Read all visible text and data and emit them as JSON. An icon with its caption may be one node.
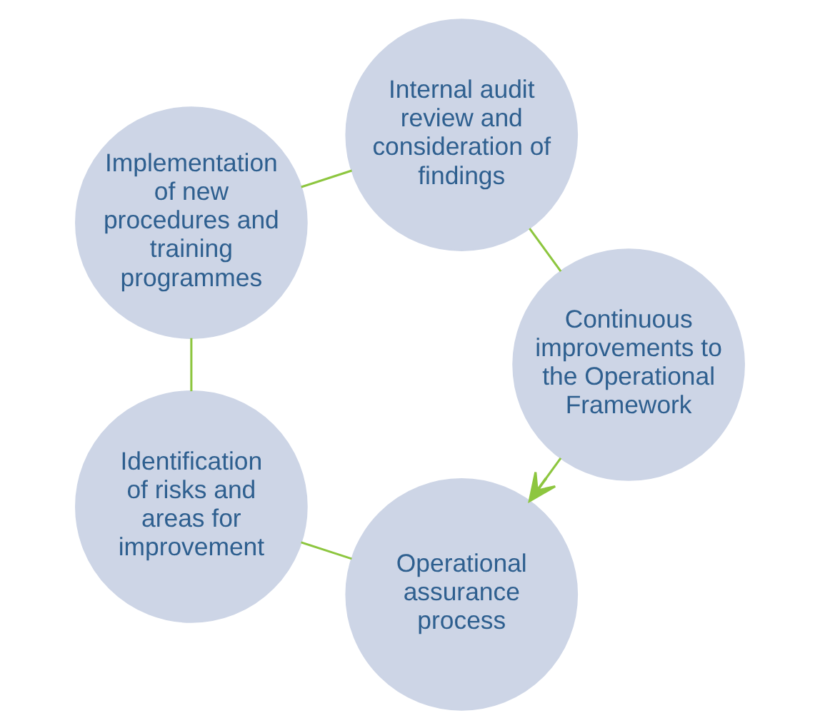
{
  "diagram": {
    "nodes": [
      {
        "text": [
          "Operational assurance process"
        ]
      },
      {
        "text": [
          "Identification of risks and areas for improvement"
        ]
      },
      {
        "text": [
          "Implementation of new procedures and training programmes"
        ]
      },
      {
        "text": [
          "Internal audit review and consideration of findings"
        ]
      },
      {
        "text": [
          "Continuous improvements to the Operational Framework"
        ]
      }
    ],
    "edges": [
      {
        "from": 0,
        "to": 1,
        "arrow": "none"
      },
      {
        "from": 1,
        "to": 2,
        "arrow": "none"
      },
      {
        "from": 2,
        "to": 3,
        "arrow": "none"
      },
      {
        "from": 3,
        "to": 4,
        "arrow": "none"
      },
      {
        "from": 4,
        "to": 0,
        "arrow": "to"
      }
    ]
  }
}
